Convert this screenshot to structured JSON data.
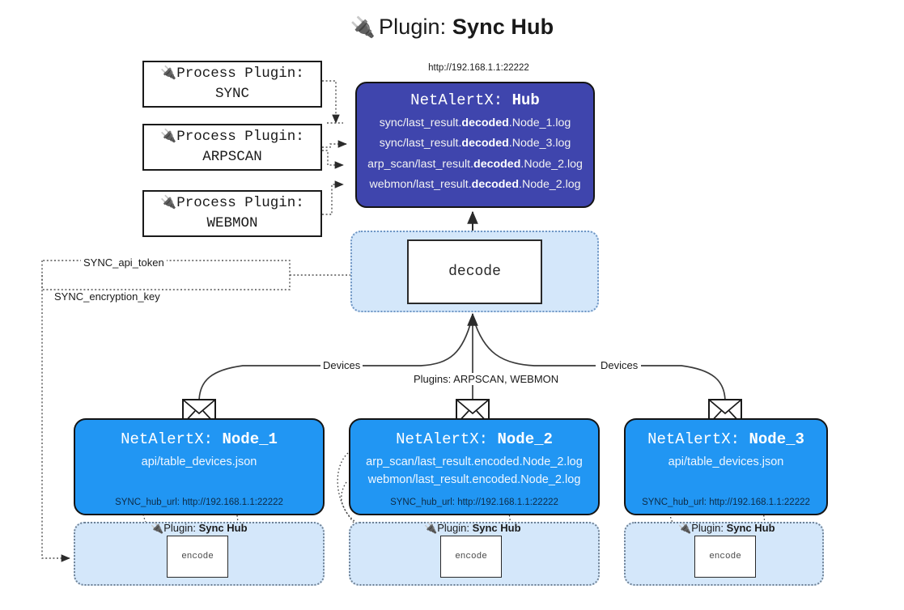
{
  "title": {
    "icon": "plug-icon",
    "lead": "Plugin:",
    "strong": "Sync Hub"
  },
  "hub": {
    "url": "http://192.168.1.1:22222",
    "name_prefix": "NetAlertX:",
    "name": "Hub",
    "logs": [
      {
        "pre": "sync/last_result.",
        "mid": "decoded",
        "post": ".Node_1.log"
      },
      {
        "pre": "sync/last_result.",
        "mid": "decoded",
        "post": ".Node_3.log"
      },
      {
        "pre": "arp_scan/last_result.",
        "mid": "decoded",
        "post": ".Node_2.log"
      },
      {
        "pre": "webmon/last_result.",
        "mid": "decoded",
        "post": ".Node_2.log"
      }
    ]
  },
  "process_plugins": [
    {
      "label": "Process Plugin:",
      "name": "SYNC"
    },
    {
      "label": "Process Plugin:",
      "name": "ARPSCAN"
    },
    {
      "label": "Process Plugin:",
      "name": "WEBMON"
    }
  ],
  "decode": {
    "label": "decode"
  },
  "secrets": [
    {
      "label": "SYNC_api_token"
    },
    {
      "label": "SYNC_encryption_key"
    }
  ],
  "edge_labels": {
    "devices_left": "Devices",
    "plugins_center": "Plugins: ARPSCAN, WEBMON",
    "devices_right": "Devices"
  },
  "nodes": [
    {
      "name_prefix": "NetAlertX:",
      "name": "Node_1",
      "lines": [
        "api/table_devices.json"
      ],
      "url_label": "SYNC_hub_url:",
      "url": "http://192.168.1.1:22222"
    },
    {
      "name_prefix": "NetAlertX:",
      "name": "Node_2",
      "lines": [
        "arp_scan/last_result.encoded.Node_2.log",
        "webmon/last_result.encoded.Node_2.log"
      ],
      "url_label": "SYNC_hub_url:",
      "url": "http://192.168.1.1:22222"
    },
    {
      "name_prefix": "NetAlertX:",
      "name": "Node_3",
      "lines": [
        "api/table_devices.json"
      ],
      "url_label": "SYNC_hub_url:",
      "url": "http://192.168.1.1:22222"
    }
  ],
  "encode_panels": [
    {
      "plugin_lead": "Plugin:",
      "plugin_name": "Sync Hub",
      "box_label": "encode"
    },
    {
      "plugin_lead": "Plugin:",
      "plugin_name": "Sync Hub",
      "box_label": "encode"
    },
    {
      "plugin_lead": "Plugin:",
      "plugin_name": "Sync Hub",
      "box_label": "encode"
    }
  ],
  "colors": {
    "hub_fill": "#3f45ad",
    "node_fill": "#2196f3",
    "panel_fill": "#d4e7fa",
    "stroke": "#141414"
  }
}
